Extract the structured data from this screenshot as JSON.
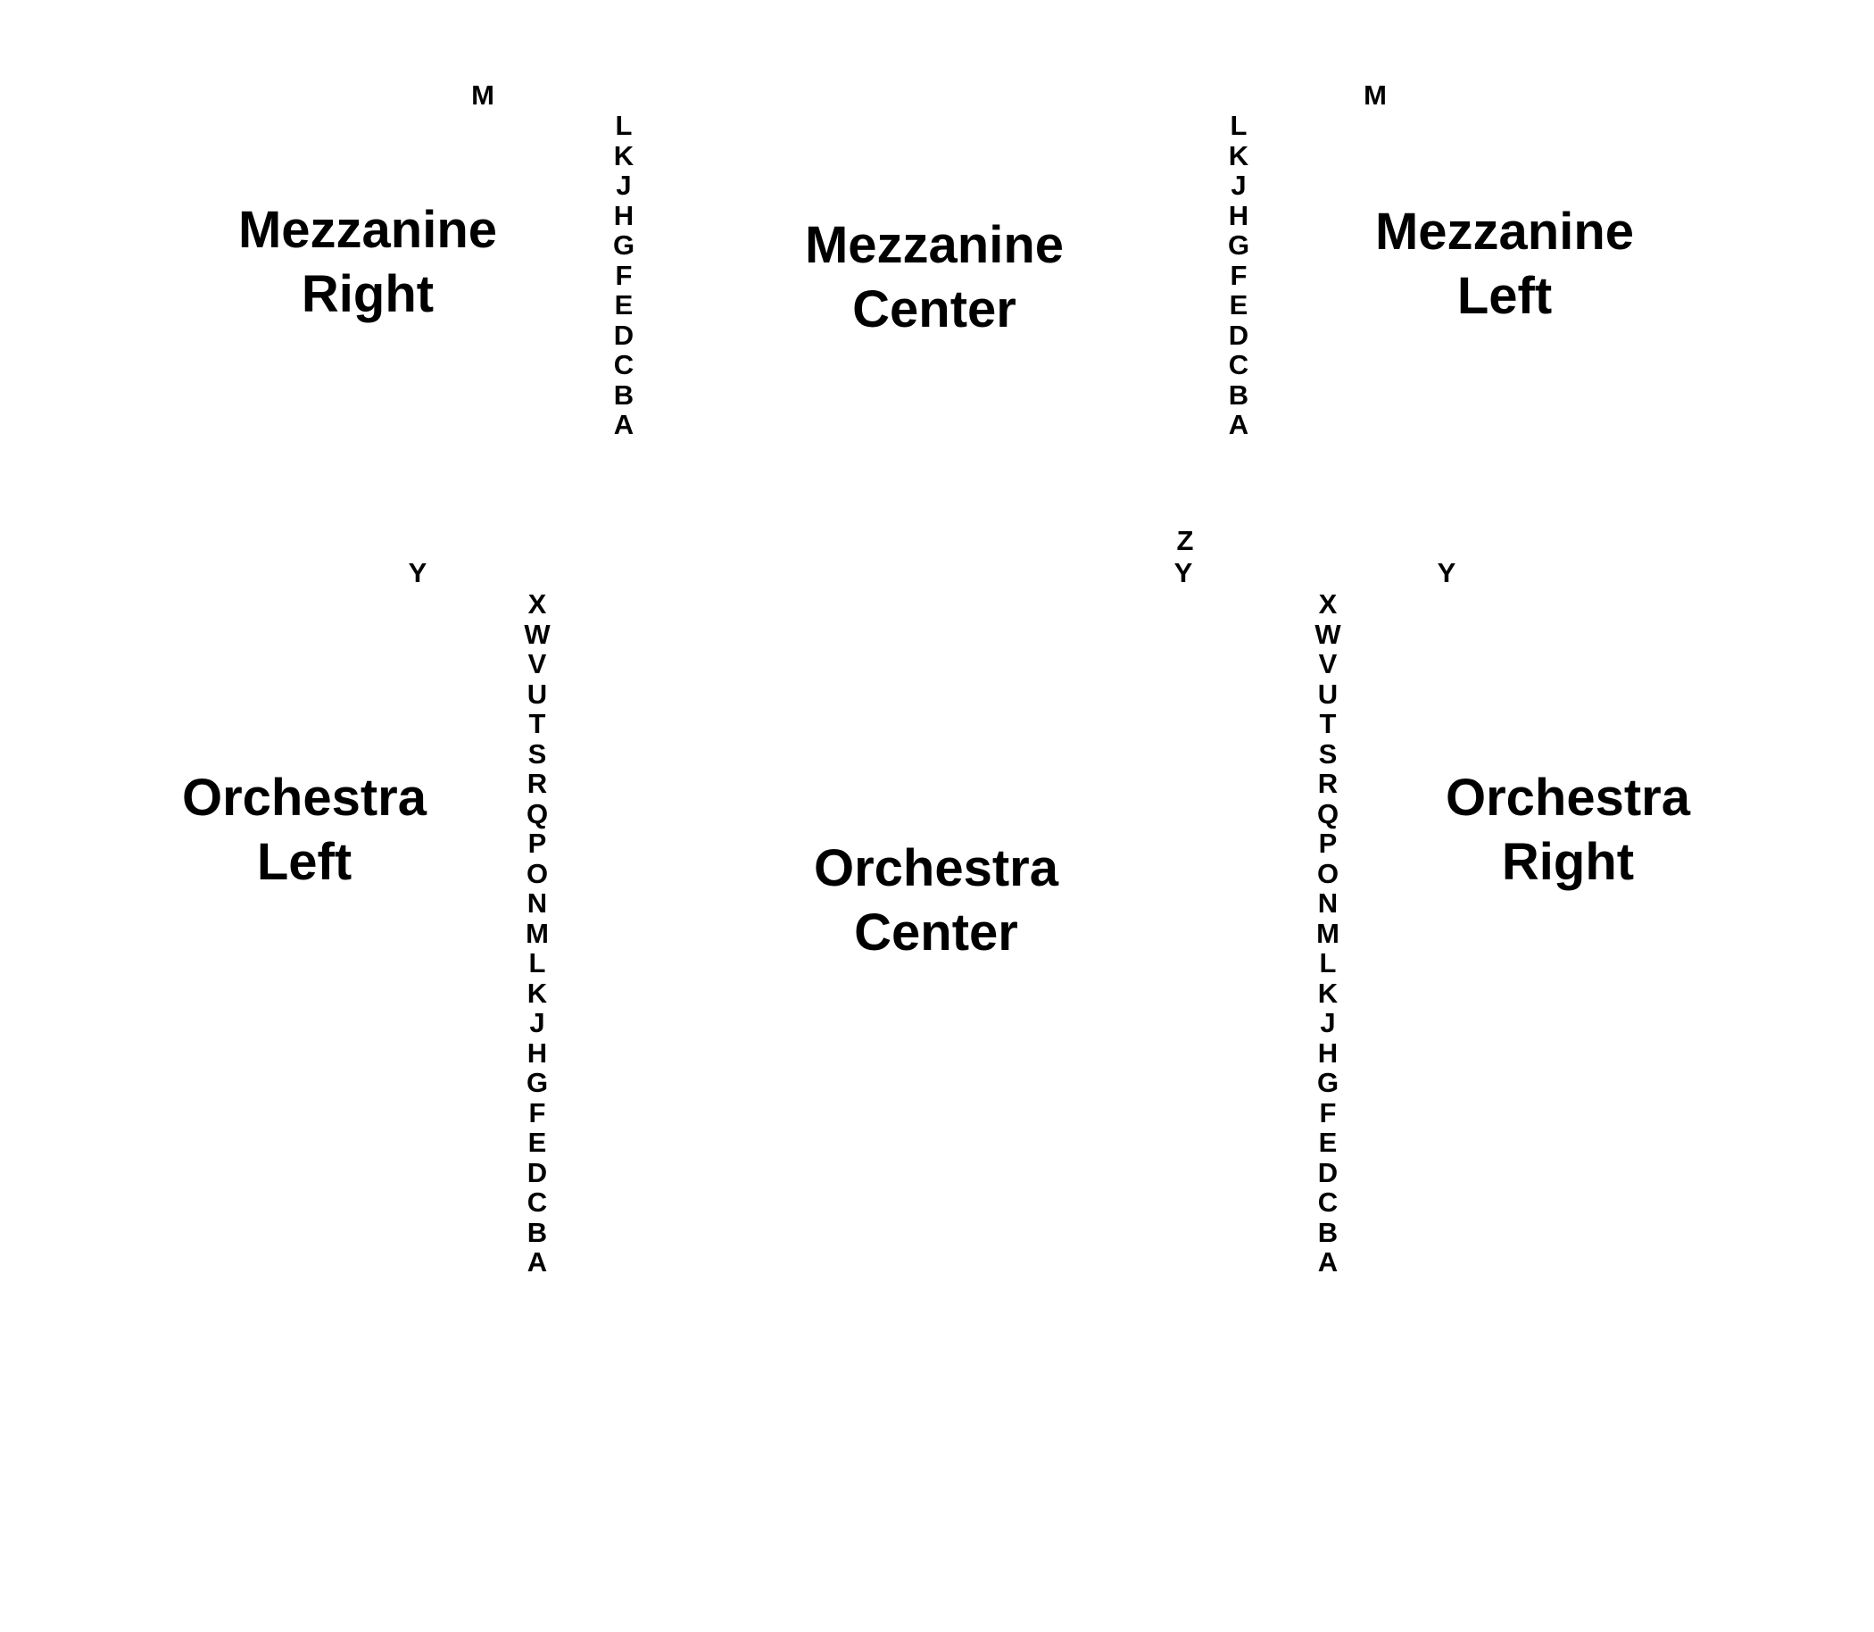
{
  "sections": {
    "mezzanine_right": {
      "line1": "Mezzanine",
      "line2": "Right"
    },
    "mezzanine_center": {
      "line1": "Mezzanine",
      "line2": "Center"
    },
    "mezzanine_left": {
      "line1": "Mezzanine",
      "line2": "Left"
    },
    "orchestra_left": {
      "line1": "Orchestra",
      "line2": "Left"
    },
    "orchestra_center": {
      "line1": "Orchestra",
      "line2": "Center"
    },
    "orchestra_right": {
      "line1": "Orchestra",
      "line2": "Right"
    }
  },
  "mezzanine_rows": [
    "L",
    "K",
    "J",
    "H",
    "G",
    "F",
    "E",
    "D",
    "C",
    "B",
    "A"
  ],
  "orchestra_rows": [
    "X",
    "W",
    "V",
    "U",
    "T",
    "S",
    "R",
    "Q",
    "P",
    "O",
    "N",
    "M",
    "L",
    "K",
    "J",
    "H",
    "G",
    "F",
    "E",
    "D",
    "C",
    "B",
    "A"
  ],
  "extra_rows": {
    "mezz_right_top": "M",
    "mezz_left_top": "M",
    "orch_left_top": "Y",
    "center_z": "Z",
    "center_y": "Y",
    "orch_right_top": "Y"
  }
}
